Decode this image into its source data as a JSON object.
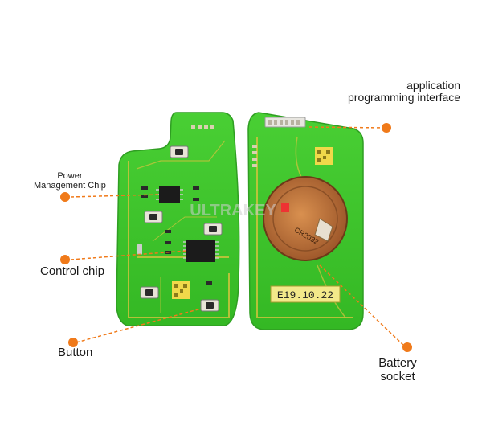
{
  "labels": {
    "power_chip": {
      "line1": "Power",
      "line2": "Management Chip"
    },
    "control_chip": "Control chip",
    "button": "Button",
    "api": {
      "line1": "application",
      "line2": "programming interface"
    },
    "battery": {
      "line1": "Battery",
      "line2": "socket"
    }
  },
  "board_text": {
    "date_code": "E19.10.22",
    "battery_mark": "CR2032",
    "watermark": "ULTRAKEY"
  },
  "colors": {
    "pcb_green": "#3bc42a",
    "pcb_dark": "#2aa31d",
    "trace": "#cfc03a",
    "callout": "#f07a1a",
    "chip": "#1b1b1b",
    "socket_copper": "#b06a35"
  }
}
